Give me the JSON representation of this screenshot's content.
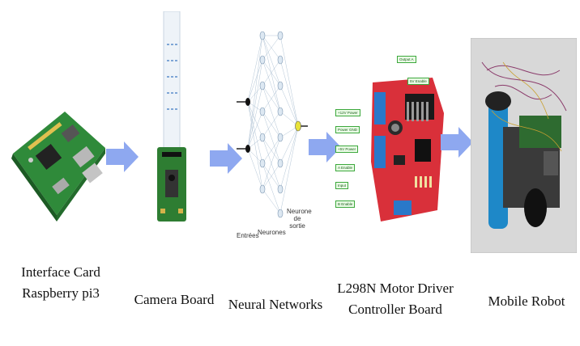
{
  "stages": [
    {
      "caption_lines": [
        "Interface Card",
        "Raspberry pi3"
      ]
    },
    {
      "caption_lines": [
        "Camera Board"
      ]
    },
    {
      "caption_lines": [
        "Neural Networks"
      ]
    },
    {
      "caption_lines": [
        "L298N Motor Driver",
        "Controller Board"
      ]
    },
    {
      "caption_lines": [
        "Mobile Robot"
      ]
    }
  ],
  "neural_network": {
    "layer_labels": [
      "Entrées",
      "Neurones",
      "Neurone de sortie"
    ]
  },
  "motor_driver": {
    "tags": [
      "Output A",
      "5V Enable",
      "+12V Power",
      "Power GND",
      "+5V Power",
      "A Enable",
      "Input",
      "B Enable"
    ]
  },
  "colors": {
    "arrow": "#8ea8f0",
    "pcb_green": "#2e7d32",
    "driver_red": "#d9303a",
    "tag_green": "#3ca83c",
    "robot_blue": "#1e88c8"
  }
}
